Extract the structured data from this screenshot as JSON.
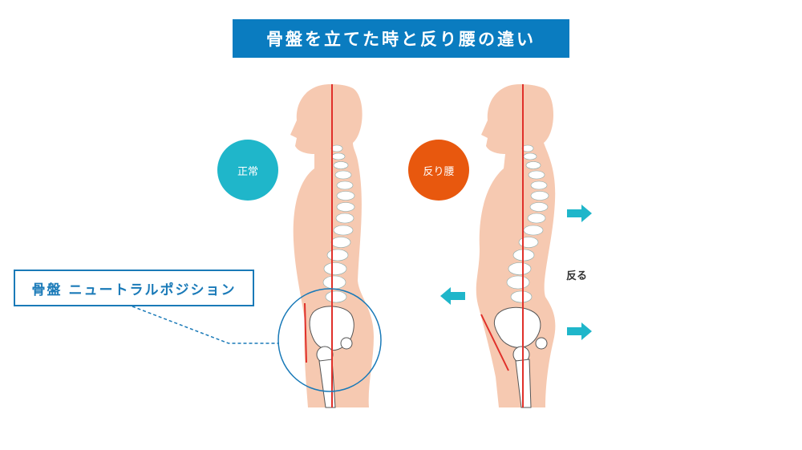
{
  "title": "骨盤を立てた時と反り腰の違い",
  "badges": {
    "normal": "正常",
    "sway": "反り腰"
  },
  "label": "骨盤 ニュートラルポジション",
  "arrow_text": "反る",
  "colors": {
    "title_bg": "#0a7cc0",
    "normal": "#1fb6ca",
    "sway": "#e8580e",
    "skin": "#f6c9b1",
    "line": "#e0302a",
    "arrow": "#1fb6ca",
    "callout": "#1a7ab8"
  }
}
